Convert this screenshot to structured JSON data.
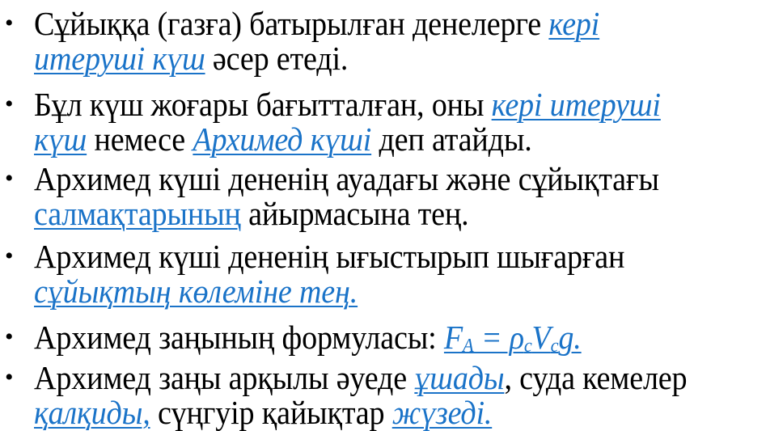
{
  "bullets": [
    {
      "l1_text": "Сұйыққа (газға) батырылған денелерге ",
      "l1_link": "кері",
      "l2_link": "итеруші күш",
      "l2_text": " әсер етеді."
    },
    {
      "l1_text": "Бұл күш жоғары бағытталған, оны ",
      "l1_link": "кері итеруші",
      "l2_link": "күш",
      "l2_text": " немесе ",
      "l2_link2": "Архимед күші",
      "l2_text2": " деп атайды."
    },
    {
      "l1_text": "Архимед күші дененің ауадағы және сұйықтағы",
      "l2_link": "салмақтарының",
      "l2_text": " айырмасына тең."
    },
    {
      "l1_text": "Архимед күші дененің ығыстырып шығарған",
      "l2_link": "сұйықтың көлеміне тең."
    },
    {
      "l1_text": "Архимед заңының формуласы: ",
      "formula": {
        "f": "F",
        "f_sub": "A",
        "eq": " = ρ",
        "rho_sub": "c",
        "v": "V",
        "v_sub": "c",
        "g": "g."
      }
    },
    {
      "l1_text": "Архимед заңы арқылы әуеде ",
      "l1_link": "ұшады",
      "l1_text2": ", суда кемелер",
      "l2_link": "қалқиды,",
      "l2_text": " сүңгуір қайықтар ",
      "l2_link2": "жүзеді."
    }
  ],
  "bullet_char": "•",
  "colors": {
    "link": "#1a73c8",
    "text": "#000000"
  }
}
